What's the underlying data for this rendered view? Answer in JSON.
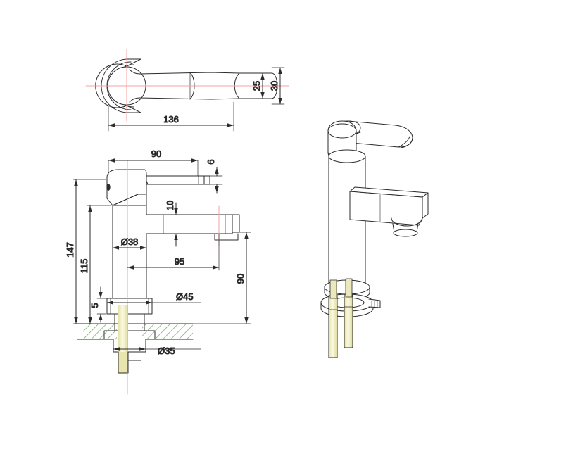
{
  "drawing": {
    "type": "technical-drawing",
    "subject": "Single-lever basin mixer tap",
    "background_color": "#ffffff",
    "line_color": "#2b2b2b",
    "centerline_color": "#f4a0a0",
    "hatch_color": "#67a85a",
    "tube_color": "#efeec0",
    "views": [
      {
        "id": "top-view",
        "name": "Lever handle top view"
      },
      {
        "id": "front-view",
        "name": "Faucet front elevation section"
      },
      {
        "id": "iso-view",
        "name": "Isometric pictorial view"
      }
    ],
    "dimensions": {
      "lever_length": "136",
      "lever_width_inner": "25",
      "lever_width_outer": "30",
      "spout_reach_top": "90",
      "handle_clearance": "6",
      "spout_thickness": "10",
      "body_diameter": "Ø38",
      "spout_reach": "95",
      "flange_diameter": "Ø45",
      "hole_diameter": "Ø35",
      "total_height": "147",
      "body_height": "115",
      "flange_height": "5",
      "spout_height": "90"
    }
  }
}
